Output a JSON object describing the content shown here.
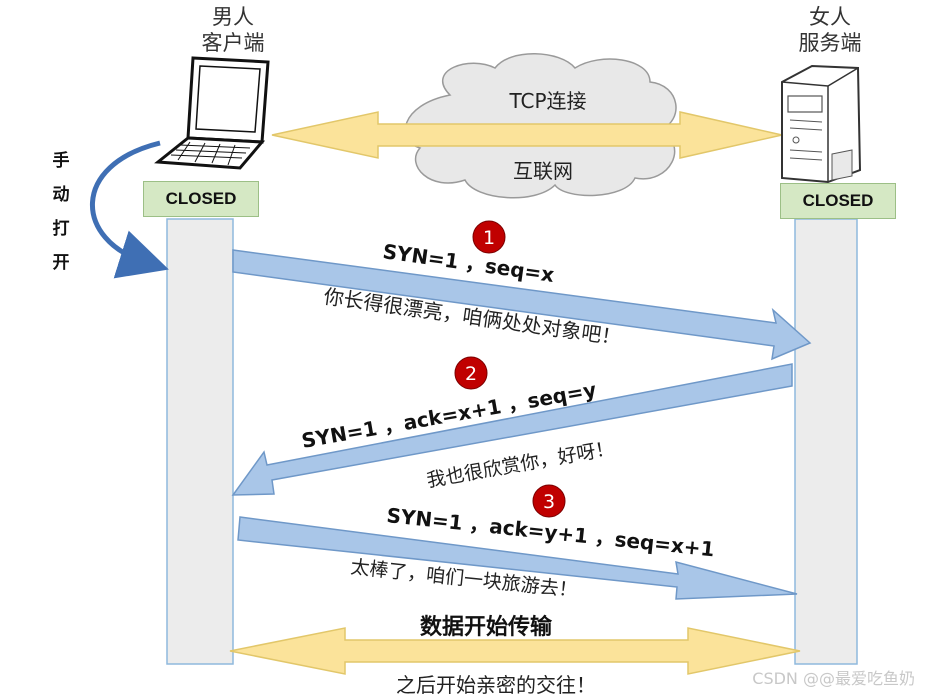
{
  "client": {
    "line1": "男人",
    "line2": "客户端",
    "state": "CLOSED"
  },
  "server": {
    "line1": "女人",
    "line2": "服务端",
    "state": "CLOSED"
  },
  "manual_open": [
    "手",
    "动",
    "打",
    "开"
  ],
  "connection": {
    "top_label": "TCP连接",
    "bottom_label": "互联网"
  },
  "steps": [
    {
      "number": "1",
      "packet": "SYN=1 ，seq=x",
      "message": "你长得很漂亮，咱俩处处对象吧！"
    },
    {
      "number": "2",
      "packet": "SYN=1 ，ack=x+1 ，seq=y",
      "message": "我也很欣赏你，好呀！"
    },
    {
      "number": "3",
      "packet": "SYN=1 ，ack=y+1 ，seq=x+1",
      "message": "太棒了，咱们一块旅游去！"
    }
  ],
  "data_transfer": {
    "label": "数据开始传输",
    "caption": "之后开始亲密的交往！"
  },
  "watermark": "CSDN @@最爱吃鱼奶",
  "colors": {
    "timeline_fill": "#ececec",
    "timeline_stroke": "#8fb9dd",
    "state_box": "#d5e8c4",
    "blue_arrow": "#a9c6e8",
    "blue_arrow_stroke": "#6f98c8",
    "yellow_arrow": "#fbe39a",
    "yellow_arrow_stroke": "#e2c76a",
    "step_circle": "#c00000",
    "curve_arrow": "#3f6fb4"
  },
  "icons": [
    "laptop-icon",
    "server-icon",
    "cloud-icon",
    "curved-arrow-icon"
  ]
}
